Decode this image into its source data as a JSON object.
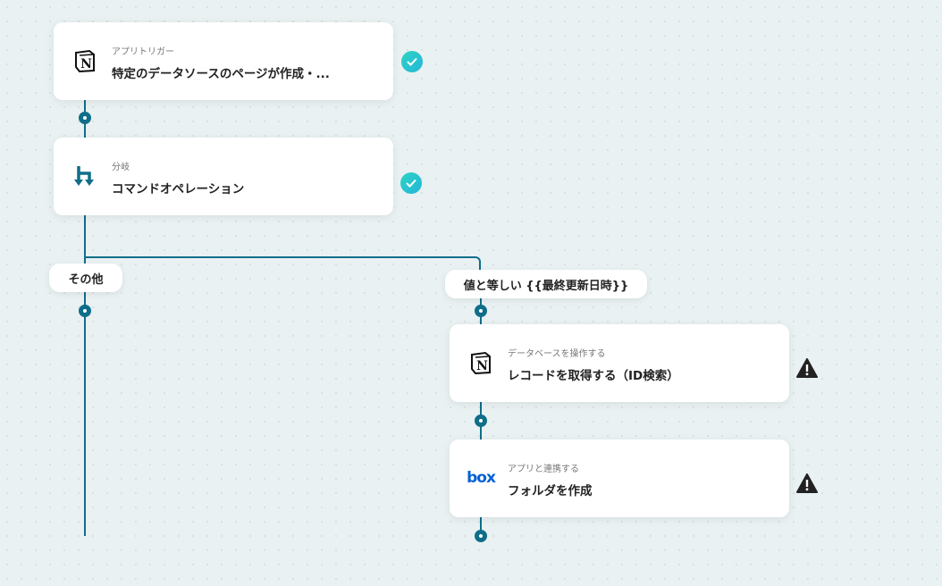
{
  "steps": [
    {
      "subtitle": "アプリトリガー",
      "title": "特定のデータソースのページが作成・...",
      "icon": "notion-icon",
      "status": "complete"
    },
    {
      "subtitle": "分岐",
      "title": "コマンドオペレーション",
      "icon": "branch-icon",
      "status": "complete"
    },
    {
      "subtitle": "データベースを操作する",
      "title": "レコードを取得する（ID検索）",
      "icon": "notion-icon",
      "status": "warning"
    },
    {
      "subtitle": "アプリと連携する",
      "title": "フォルダを作成",
      "icon": "box-icon",
      "status": "warning"
    }
  ],
  "branches": {
    "other": "その他",
    "condition": "値と等しい {{最終更新日時}}"
  },
  "box_logo": "box",
  "colors": {
    "line": "#0f6e8a",
    "check": "#22c4d0",
    "warning": "#222222",
    "box": "#0061d5"
  }
}
